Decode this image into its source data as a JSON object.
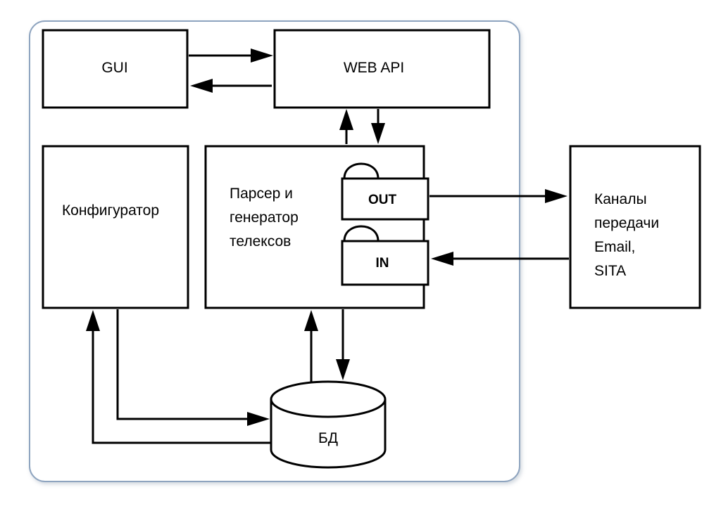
{
  "colors": {
    "frame": "#8ea4bf",
    "stroke": "#000000",
    "fill": "#ffffff",
    "text": "#000000"
  },
  "nodes": {
    "gui": "GUI",
    "web_api": "WEB API",
    "configurator": "Конфигуратор",
    "parser": [
      "Парсер и",
      "генератор",
      "телексов"
    ],
    "out_queue": "OUT",
    "in_queue": "IN",
    "channels": [
      "Каналы",
      "передачи",
      "Email,",
      "SITA"
    ],
    "database": "БД"
  },
  "edges": [
    {
      "from": "gui",
      "to": "web_api"
    },
    {
      "from": "web_api",
      "to": "gui"
    },
    {
      "from": "parser",
      "to": "web_api"
    },
    {
      "from": "web_api",
      "to": "parser"
    },
    {
      "from": "out_queue",
      "to": "channels"
    },
    {
      "from": "channels",
      "to": "in_queue"
    },
    {
      "from": "database",
      "to": "parser"
    },
    {
      "from": "parser",
      "to": "database"
    },
    {
      "from": "configurator",
      "to": "database"
    },
    {
      "from": "database",
      "to": "configurator"
    }
  ]
}
